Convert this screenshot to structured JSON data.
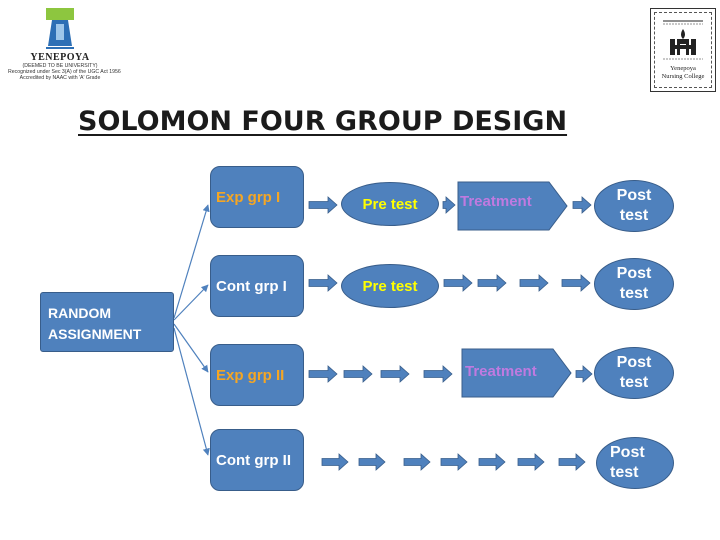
{
  "logo_left": {
    "name": "YENEPOYA",
    "lines": [
      "(DEEMED TO BE UNIVERSITY)",
      "Recognized under Sec 3(A) of the UGC Act 1956",
      "Accredited by NAAC with 'A' Grade"
    ]
  },
  "logo_right": {
    "lines": [
      "Yenepoya",
      "Nursing College"
    ]
  },
  "title": "SOLOMON FOUR GROUP DESIGN",
  "random_assignment": [
    "RANDOM",
    "ASSIGNMENT"
  ],
  "rows": [
    {
      "group": "Exp grp I",
      "group_color": "#f5a623",
      "steps": [
        "Pre test",
        "Treatment"
      ],
      "post": [
        "Post",
        "test"
      ]
    },
    {
      "group": "Cont grp I",
      "group_color": "#ffffff",
      "steps": [
        "Pre test"
      ],
      "post": [
        "Post",
        "test"
      ]
    },
    {
      "group": "Exp grp II",
      "group_color": "#f5a623",
      "steps": [
        "Treatment"
      ],
      "post": [
        "Post",
        "test"
      ]
    },
    {
      "group": "Cont grp II",
      "group_color": "#ffffff",
      "steps": [],
      "post": [
        "Post",
        "test"
      ]
    }
  ],
  "colors": {
    "box_fill": "#4f81bd",
    "box_border": "#385d8a",
    "pre_test_text": "#ffff00",
    "treatment_text": "#c07ae0",
    "exp_group_text": "#f5a623"
  }
}
